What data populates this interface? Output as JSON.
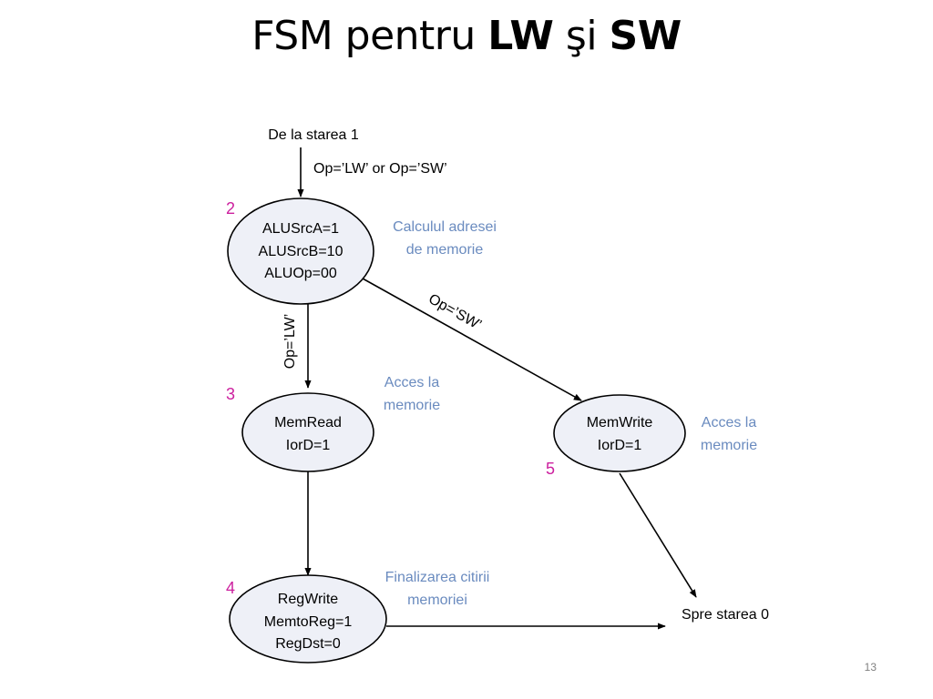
{
  "title": {
    "prefix": "FSM pentru ",
    "lw": "LW",
    "mid": " şi ",
    "sw": "SW"
  },
  "entry": {
    "label": "De la starea 1",
    "condition": "Op=’LW’ or Op=’SW’"
  },
  "states": {
    "s2": {
      "number": "2",
      "lines": [
        "ALUSrcA=1",
        "ALUSrcB=10",
        "ALUOp=00"
      ],
      "note": [
        "Calculul adresei",
        "de memorie"
      ]
    },
    "s3": {
      "number": "3",
      "lines": [
        "MemRead",
        "IorD=1"
      ],
      "note": [
        "Acces la",
        "memorie"
      ]
    },
    "s4": {
      "number": "4",
      "lines": [
        "RegWrite",
        "MemtoReg=1",
        "RegDst=0"
      ],
      "note": [
        "Finalizarea citirii",
        "memoriei"
      ]
    },
    "s5": {
      "number": "5",
      "lines": [
        "MemWrite",
        "IorD=1"
      ],
      "note": [
        "Acces la",
        "memorie"
      ]
    }
  },
  "transitions": {
    "lw": "Op=’LW’",
    "sw": "Op=’SW’"
  },
  "exit": {
    "label": "Spre starea 0"
  },
  "page_number": "13",
  "colors": {
    "state_fill": "#eef0f7",
    "note_text": "#6a8bbf",
    "state_number": "#cc1f9e"
  }
}
